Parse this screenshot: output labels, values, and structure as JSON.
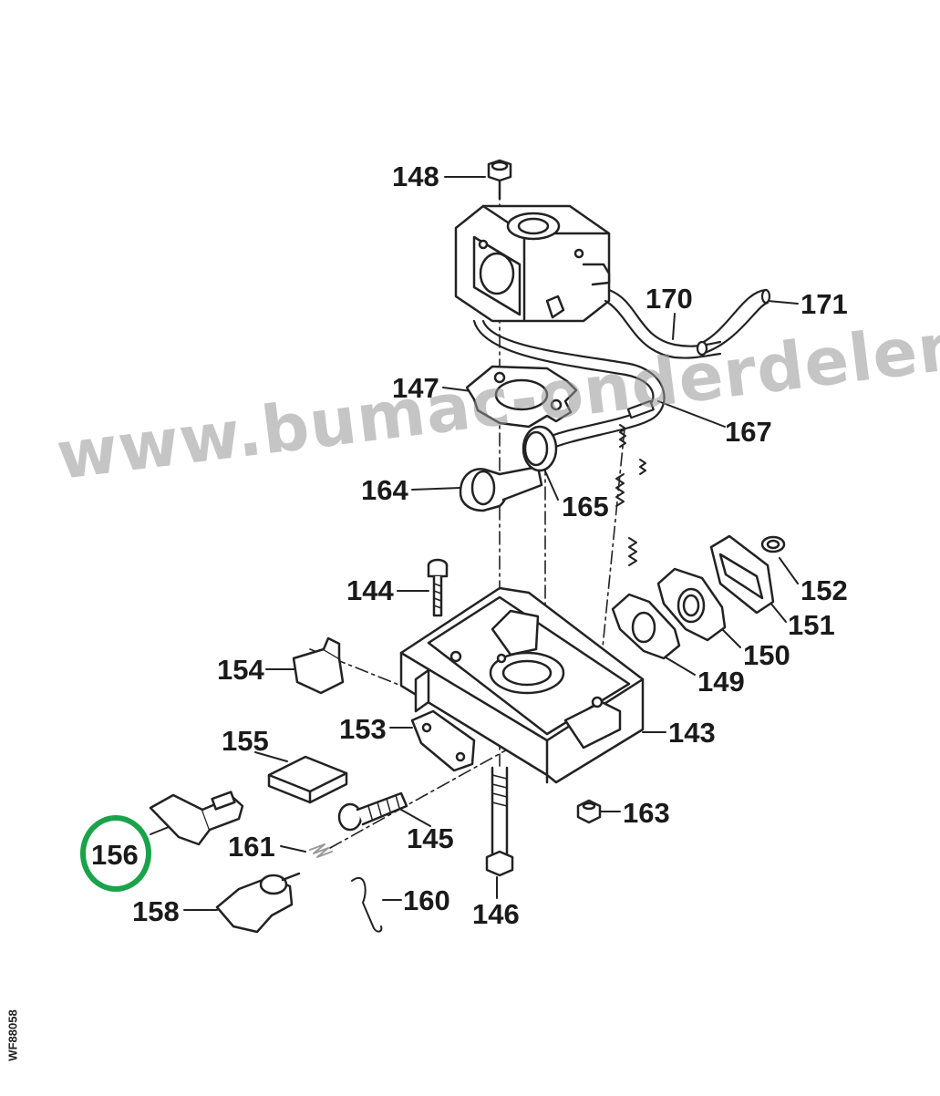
{
  "diagram": {
    "parts": [
      {
        "id": "148",
        "label": "148"
      },
      {
        "id": "170",
        "label": "170"
      },
      {
        "id": "171",
        "label": "171"
      },
      {
        "id": "147",
        "label": "147"
      },
      {
        "id": "167",
        "label": "167"
      },
      {
        "id": "164",
        "label": "164"
      },
      {
        "id": "165",
        "label": "165"
      },
      {
        "id": "144",
        "label": "144"
      },
      {
        "id": "152",
        "label": "152"
      },
      {
        "id": "151",
        "label": "151"
      },
      {
        "id": "150",
        "label": "150"
      },
      {
        "id": "149",
        "label": "149"
      },
      {
        "id": "154",
        "label": "154"
      },
      {
        "id": "153",
        "label": "153"
      },
      {
        "id": "143",
        "label": "143"
      },
      {
        "id": "155",
        "label": "155"
      },
      {
        "id": "163",
        "label": "163"
      },
      {
        "id": "145",
        "label": "145"
      },
      {
        "id": "156",
        "label": "156"
      },
      {
        "id": "161",
        "label": "161"
      },
      {
        "id": "160",
        "label": "160"
      },
      {
        "id": "158",
        "label": "158"
      },
      {
        "id": "146",
        "label": "146"
      }
    ],
    "highlighted_part": "156",
    "highlight_color": "#1aa34a",
    "drawing_code": "WF88058"
  },
  "watermark": "www.bumac-onderdelen.nl"
}
